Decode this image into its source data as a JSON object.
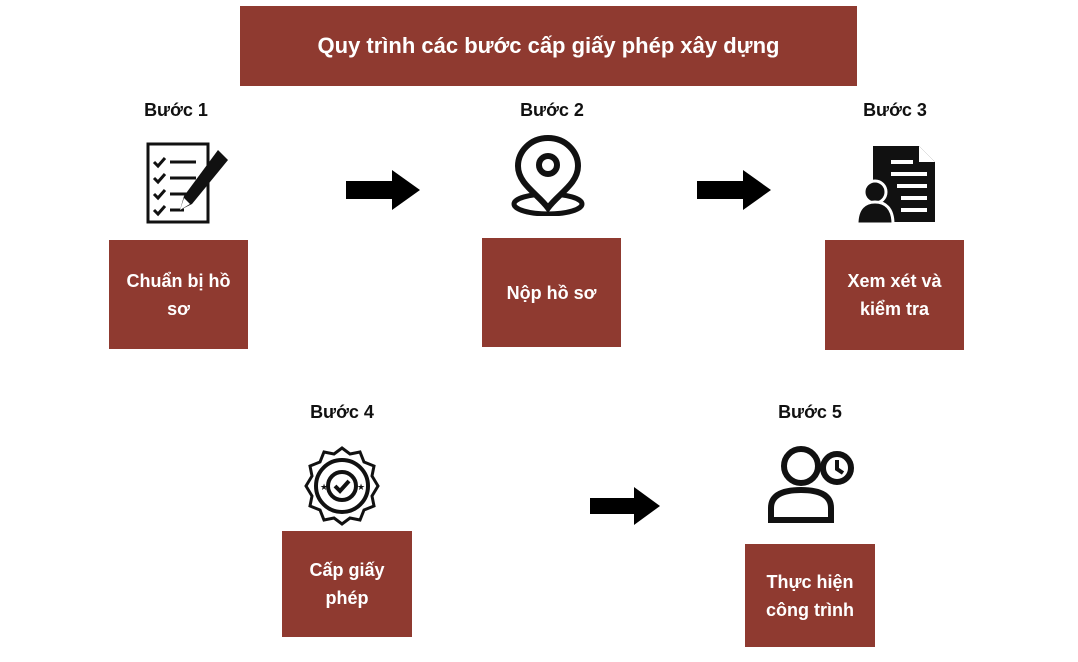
{
  "title": "Quy trình các bước cấp giấy phép xây dựng",
  "colors": {
    "box": "#8f3a30",
    "icon": "#111111",
    "text_on_box": "#ffffff"
  },
  "steps": [
    {
      "label": "Bước 1",
      "text": "Chuẩn bị hồ sơ",
      "icon": "checklist-pen-icon"
    },
    {
      "label": "Bước 2",
      "text": "Nộp hồ sơ",
      "icon": "map-pin-icon"
    },
    {
      "label": "Bước 3",
      "text": "Xem xét và kiểm tra",
      "icon": "document-person-icon"
    },
    {
      "label": "Bước 4",
      "text": "Cấp giấy phép",
      "icon": "approval-seal-icon"
    },
    {
      "label": "Bước 5",
      "text": "Thực hiện công trình",
      "icon": "user-clock-icon"
    }
  ]
}
